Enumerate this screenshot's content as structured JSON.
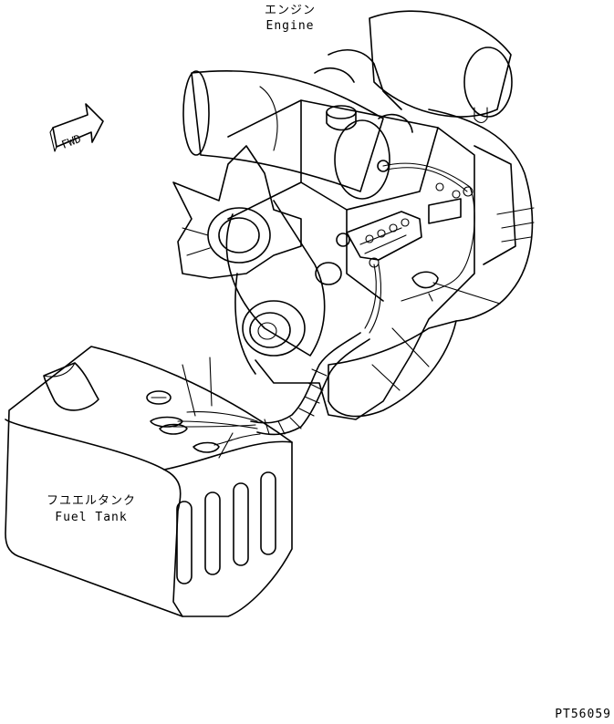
{
  "labels": {
    "engine_jp": "エンジン",
    "engine_en": "Engine",
    "fuel_tank_jp": "フユエルタンク",
    "fuel_tank_en": "Fuel Tank",
    "fwd": "FWD",
    "part_code": "PT56059"
  }
}
